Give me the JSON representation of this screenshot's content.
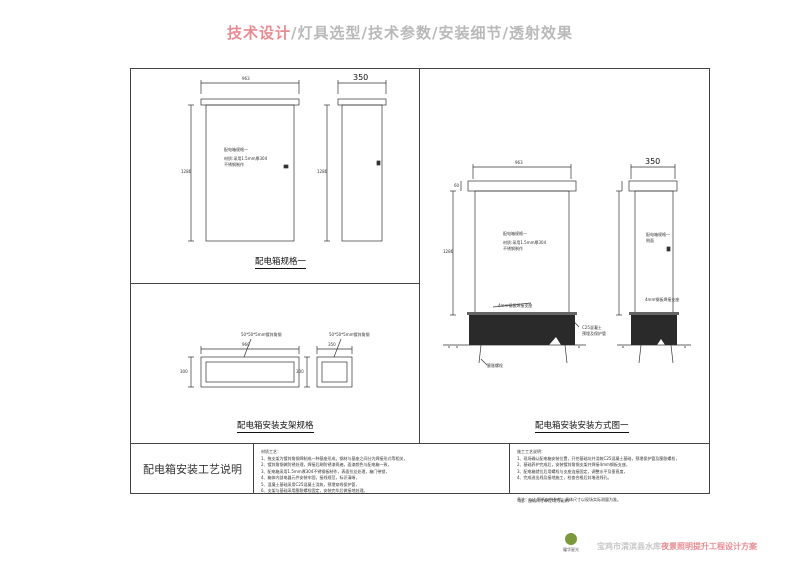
{
  "header": {
    "accent": "技术设计",
    "rest": "/灯具选型/技术参数/安装细节/透射效果"
  },
  "panel_spec": {
    "caption": "配电箱规格一",
    "width_dim": "963",
    "depth_dim": "350",
    "height_dim": "1286",
    "depth_height_dim": "1286",
    "box_title": "配电箱规格一",
    "material_1": "材质:采用1.5mm厚304",
    "material_2": "不锈钢制作"
  },
  "bracket": {
    "caption": "配电箱安装支架规格",
    "steel_front": "50*50*5mm镀锌角钢",
    "steel_side": "50*50*5mm镀锌角钢",
    "width_dim": "960",
    "height_dim": "300",
    "side_width": "350",
    "side_height": "300"
  },
  "install": {
    "caption": "配电箱安装安装方式图一",
    "width_dim": "963",
    "depth_dim": "350",
    "height_dim": "1286",
    "top_dim": "60",
    "box_title": "配电箱规格一",
    "material_1": "材质:采用1.5mm厚304",
    "material_2": "不锈钢制作",
    "side_title": "配电箱规格一",
    "side_sub": "侧面",
    "plate_note": "4mm钢板焊接支座",
    "plate_note_side": "4mm钢板焊接支座",
    "concrete_note_1": "C25混凝土",
    "concrete_note_2": "预埋及保护管",
    "bolt_note": "膨胀螺栓"
  },
  "process": {
    "title": "配电箱安装工艺说明",
    "left_intro": "材质工艺：",
    "left_lines": [
      "1、拖支架为镀锌角钢焊制成一种基座形成，钢材与基座之间分为焊接形式等相关，",
      "2、镀锌角钢做防锈处理，焊接后刷防锈漆两遍，面漆颜色与配电箱一致，",
      "3、配电箱采用1.5mm厚304不锈钢板制作，表面拉丝处理，箱门带锁，",
      "4、箱体内部电器元件安装牢固，接线规范，标识清晰，",
      "5、混凝土基础采用C25混凝土浇筑，预埋穿线保护管，",
      "6、支架与基础采用膨胀螺栓固定，安装完毕后做接地处理。"
    ],
    "right_intro": "施工工艺说明：",
    "right_lines": [
      "1、现场确认配电箱安装位置，开挖基础坑并浇筑C25混凝土基础，预埋保护管及膨胀螺栓，",
      "2、基础养护完成后，安装镀锌角钢支架并焊接4mm钢板支座，",
      "3、配电箱就位后用螺栓与支座连接固定，调整水平及垂直度，",
      "4、完成进出线及接地施工，检查合格后封堵进线孔。"
    ],
    "right_footnote_1": "备注：以上图纸仅供参考，具体尺寸以现场实际测量为准。",
    "right_footnote_2": "（注：图纸尺寸单位均为毫米）"
  },
  "footer": {
    "logo_text": "耀华星光",
    "title_gray": "宝鸡市渭滨县水库",
    "title_red": "夜景照明提升工程设计方案"
  },
  "colors": {
    "accent": "#e98c92",
    "header_gray": "#b9b9b9",
    "line": "#444444",
    "concrete": "#2a2a2a"
  }
}
